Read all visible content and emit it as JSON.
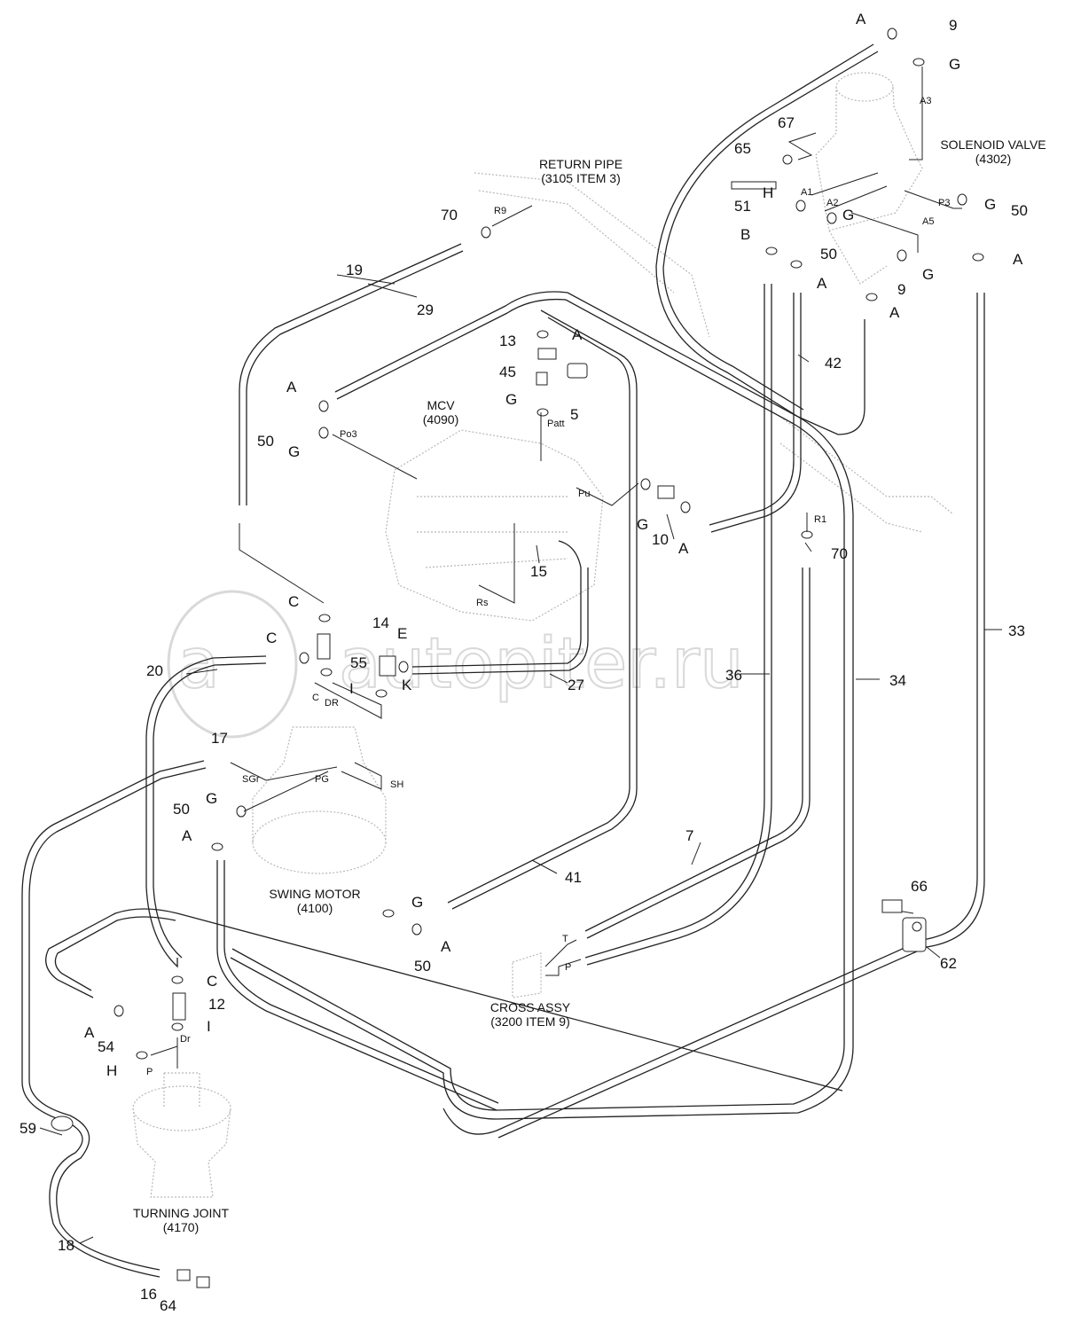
{
  "components": {
    "return_pipe": {
      "name": "RETURN PIPE",
      "ref": "(3105 ITEM 3)"
    },
    "solenoid_valve": {
      "name": "SOLENOID VALVE",
      "ref": "(4302)"
    },
    "mcv": {
      "name": "MCV",
      "ref": "(4090)"
    },
    "swing_motor": {
      "name": "SWING MOTOR",
      "ref": "(4100)"
    },
    "cross_assy": {
      "name": "CROSS ASSY",
      "ref": "(3200 ITEM 9)"
    },
    "turning_joint": {
      "name": "TURNING JOINT",
      "ref": "(4170)"
    }
  },
  "watermark": "autopiter.ru",
  "part_numbers": [
    "9",
    "65",
    "67",
    "51",
    "50",
    "50",
    "9",
    "70",
    "19",
    "29",
    "13",
    "45",
    "5",
    "50",
    "42",
    "10",
    "15",
    "70",
    "33",
    "34",
    "36",
    "55",
    "14",
    "27",
    "20",
    "17",
    "50",
    "7",
    "41",
    "50",
    "66",
    "62",
    "12",
    "54",
    "59",
    "18",
    "16",
    "64"
  ],
  "letters": [
    "A",
    "G",
    "H",
    "B",
    "G",
    "A",
    "G",
    "A",
    "G",
    "A",
    "A",
    "A",
    "G",
    "G",
    "A",
    "C",
    "C",
    "E",
    "I",
    "K",
    "G",
    "A",
    "G",
    "A",
    "C",
    "I",
    "A",
    "H"
  ],
  "ports": [
    "A3",
    "A1",
    "A2",
    "P3",
    "A5",
    "R9",
    "Patt",
    "Po3",
    "Pu",
    "R1",
    "Rs",
    "DR",
    "C",
    "SGr",
    "PG",
    "SH",
    "T",
    "P",
    "Dr",
    "P"
  ]
}
